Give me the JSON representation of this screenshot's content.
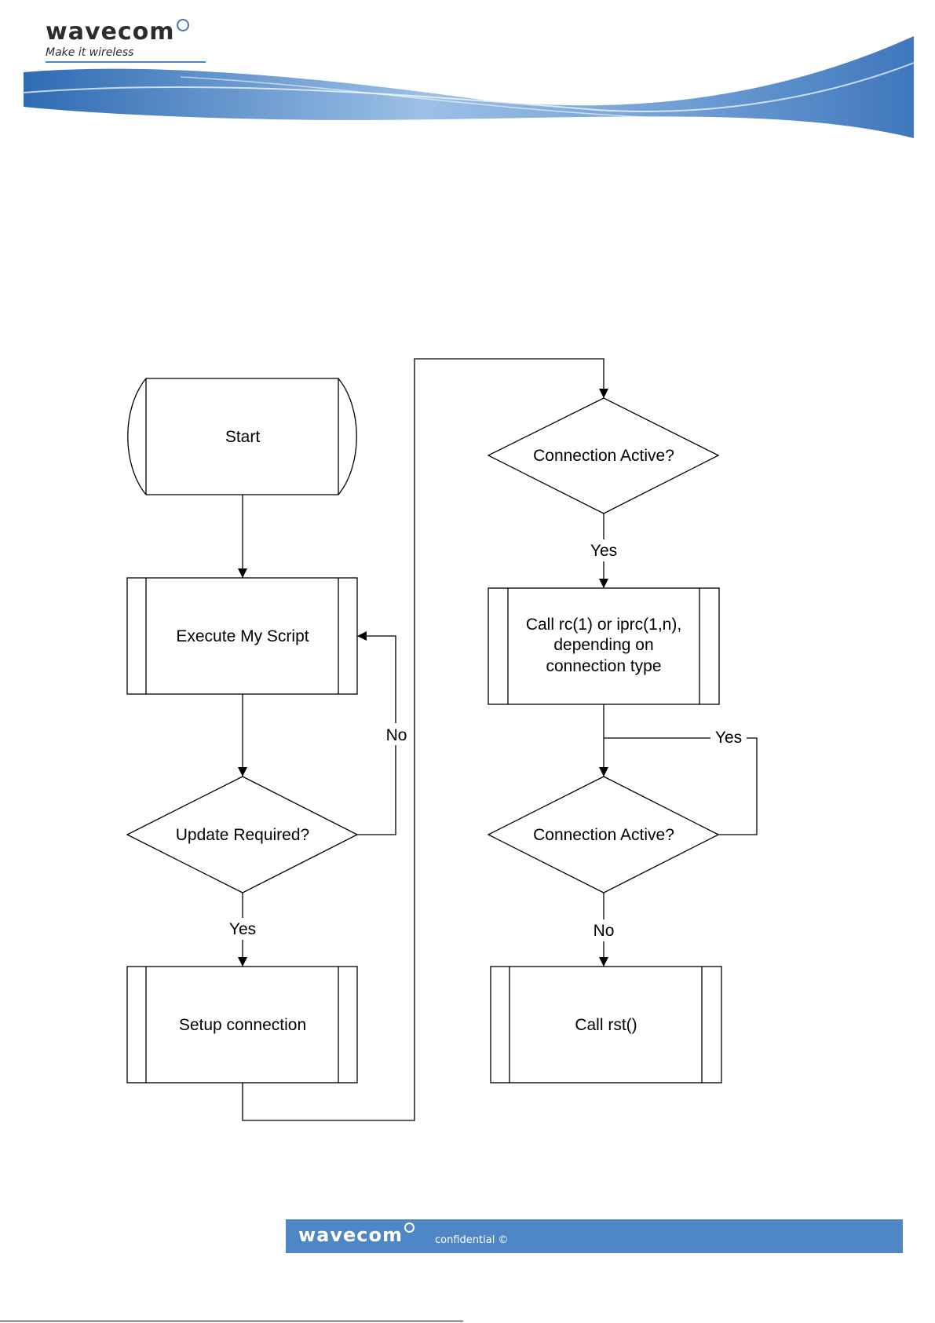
{
  "header": {
    "logo_text": "wavecom",
    "tagline": "Make it wireless"
  },
  "flowchart": {
    "nodes": {
      "start": "Start",
      "execute_script": "Execute My Script",
      "update_required": "Update Required?",
      "setup_connection": "Setup connection",
      "connection_active_1": "Connection Active?",
      "call_rc_line1": "Call rc(1) or iprc(1,n),",
      "call_rc_line2": "depending on",
      "call_rc_line3": "connection type",
      "connection_active_2": "Connection Active?",
      "call_rst": "Call rst()"
    },
    "edge_labels": {
      "update_no": "No",
      "update_yes": "Yes",
      "active1_yes": "Yes",
      "active2_yes": "Yes",
      "active2_no": "No"
    }
  },
  "footer": {
    "logo_text": "wavecom",
    "confidential": "confidential ©"
  },
  "colors": {
    "brand_blue": "#4f86c6",
    "line": "#000000"
  }
}
